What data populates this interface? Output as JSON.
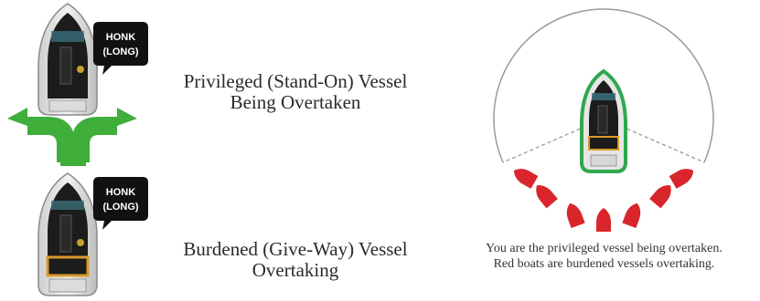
{
  "left_panel": {
    "top_boat": {
      "horn_label_line1": "HONK",
      "horn_label_line2": "(LONG)",
      "role_line1": "Privileged (Stand-On) Vessel",
      "role_line2": "Being Overtaken"
    },
    "bottom_boat": {
      "horn_label_line1": "HONK",
      "horn_label_line2": "(LONG)",
      "role_line1": "Burdened (Give-Way) Vessel",
      "role_line2": "Overtaking"
    }
  },
  "right_panel": {
    "caption_line1": "You are the privileged vessel being overtaken.",
    "caption_line2": "Red boats are burdened vessels overtaking.",
    "burdened_boat_count": 7
  },
  "colors": {
    "arrow_green": "#3fae3a",
    "privileged_outline": "#2fa84f",
    "burdened_red": "#d8262c",
    "bubble_black": "#111111",
    "arc_gray": "#9a9a9a"
  },
  "icons": [
    "boat-icon",
    "speech-bubble-icon",
    "green-arrow-icon",
    "red-boat-icon"
  ]
}
